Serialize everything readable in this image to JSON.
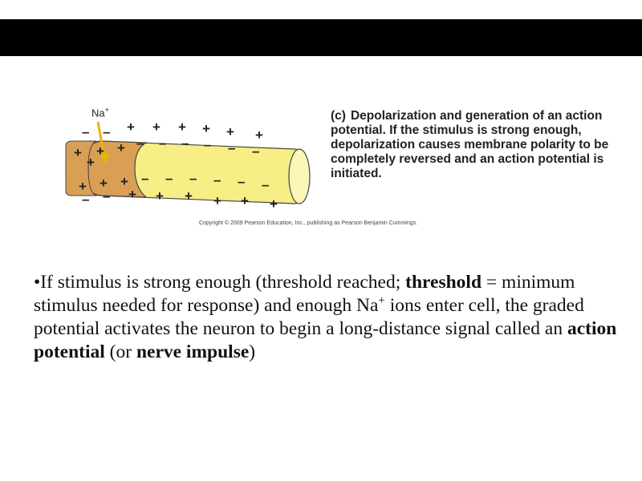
{
  "figure": {
    "ion_label": "Na",
    "ion_charge": "+",
    "caption_label": "(c)",
    "caption_text": "Depolarization and generation of an action potential. If the stimulus is strong enough, depolarization causes membrane polarity to be completely reversed and an action potential is initiated.",
    "copyright": "Copyright © 2009 Pearson Education, Inc., publishing as Pearson Benjamin Cummings.",
    "plus_sign": "+",
    "minus_sign": "–",
    "colors": {
      "depolarized_region": "#d9a055",
      "resting_region": "#f7ee86",
      "arrow": "#e6b800"
    }
  },
  "body": {
    "bullet": "•",
    "t1": "If stimulus is strong enough  (threshold reached; ",
    "t1_bold": "threshold",
    "t2": " = minimum stimulus needed for response) and enough Na",
    "t2_sup": "+",
    "t3": " ions enter cell, the graded potential activates the neuron to begin a long-distance signal called an ",
    "t3_bold": "action potential",
    "t4": " (or ",
    "t4_bold": "nerve impulse",
    "t5": ")"
  }
}
